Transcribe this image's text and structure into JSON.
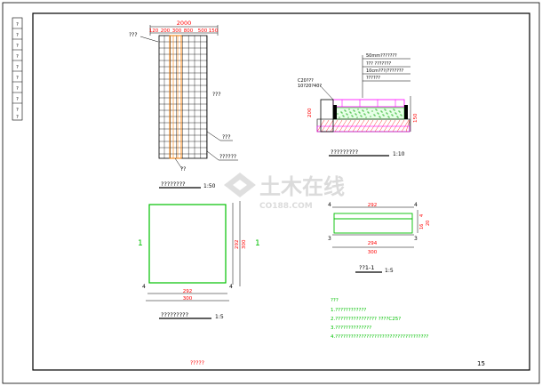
{
  "title_block": {
    "rows": [
      "?",
      "?",
      "?",
      "?",
      "?",
      "?",
      "?",
      "?",
      "?",
      "?"
    ]
  },
  "paving_plan": {
    "top_dim_total": "2000",
    "top_dims": [
      "120",
      "200",
      "300",
      "800",
      "500",
      "150"
    ],
    "label_top_left": "???",
    "label_right": "???",
    "label_mid": "???",
    "label_lower": "??????",
    "label_bottom": "??",
    "caption": "????????",
    "scale": "1:50"
  },
  "section": {
    "layers": [
      "50mm???????",
      "???  ???????",
      "10cm???/???????",
      "??????"
    ],
    "left_note_1": "C20???",
    "left_note_2": "10?20?40?",
    "dim_left": "200",
    "dim_right": "150",
    "caption": "?????????",
    "scale": "1:10"
  },
  "slab_plan": {
    "mark_left": "1",
    "mark_right": "1",
    "dim_right_outer": "300",
    "dim_right_inner": "292",
    "dim_bottom_inner": "292",
    "dim_bottom_outer": "300",
    "corner_mark": "4",
    "caption": "?????????",
    "scale": "1:5"
  },
  "slab_section": {
    "dim_top": "292",
    "dim_mid": "294",
    "dim_bottom": "300",
    "mark_top_left": "4",
    "mark_top_right": "4",
    "mark_mid_left": "3",
    "mark_mid_right": "3",
    "dim_side_1": "4",
    "dim_side_2": "16",
    "dim_side_3": "20",
    "caption": "??1-1",
    "scale": "1:5"
  },
  "notes": {
    "heading": "???",
    "items": [
      "1.????????????",
      "2.????????????????  ????C25?",
      "3.??????????????",
      "4.????????????????????????????????????"
    ]
  },
  "footer": {
    "drawing_title": "?????",
    "page_number": "15"
  },
  "watermark": {
    "main": "土木在线",
    "sub": "CO188.COM"
  },
  "colors": {
    "green": "#00c000",
    "red": "#ff0000",
    "magenta": "#ff00ff",
    "orange": "#ff8000",
    "blue": "#0000ff"
  }
}
